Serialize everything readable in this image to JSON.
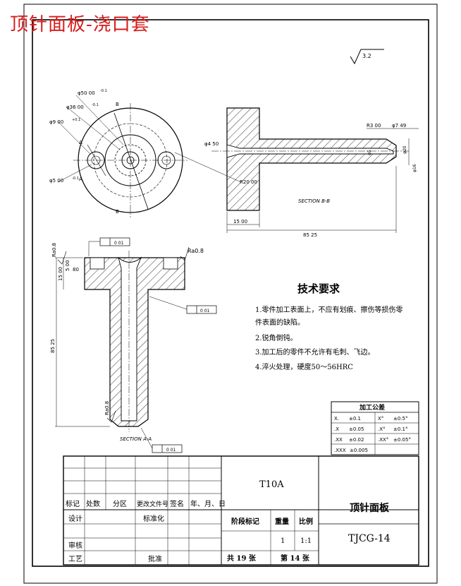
{
  "overlay_title": "顶针面板-浇口套",
  "surface_symbol": "3.2",
  "front_view": {
    "dim_outer": "φ50  00",
    "dim_outer_tol": "-0.1",
    "dim_mid": "φ36  00",
    "dim_mid_tol": "-0.1",
    "dim_hole": "φ9  00",
    "dim_hole_tol": "+0.1",
    "dim_small": "φ5  00",
    "dim_small_tol": "-0.1",
    "sec_a": "A",
    "sec_b": "B"
  },
  "section_bb": {
    "label": "SECTION B-B",
    "dim_r3": "R3  00",
    "dim_d7": "φ7  49",
    "dim_4": "φ4  50",
    "dim_r20": "R20  00",
    "dim_15": "15  00",
    "dim_85": "85  25",
    "dim_side1": "φ5",
    "dim_side2": "φ20",
    "dim_side3": "φ16"
  },
  "section_aa": {
    "label": "SECTION A-A",
    "ra_top_left": "Ra0.8",
    "ra_top_right": "Ra0.8",
    "ra_bottom": "Ra0.8",
    "gdt_top": "0  01",
    "gdt_right": "0  01",
    "gdt_bottom": "0  01",
    "dim_5": "5  00",
    "dim_15": "15  00",
    "dim_85": "85  25",
    "dim_80": "80"
  },
  "tech_req": {
    "title": "技术要求",
    "items": [
      "1.零件加工表面上，不应有划痕、擦伤等损伤零",
      "件表面的缺陷。",
      "2.锐角倒钝。",
      "3.加工后的零件不允许有毛刺、飞边。",
      "4.淬火处理，硬度50～56HRC"
    ]
  },
  "tolerance_table": {
    "title": "加工公差",
    "rows": [
      [
        "X.",
        "±0.1",
        "X°",
        "±0.5°"
      ],
      [
        ".X",
        "±0.05",
        ".X°",
        "±0.1°"
      ],
      [
        ".XX",
        "±0.02",
        ".XX°",
        "±0.05°"
      ],
      [
        ".XXX",
        "±0.005",
        "",
        ""
      ]
    ]
  },
  "title_block": {
    "headers": [
      "标记",
      "处数",
      "分区",
      "更改文件号",
      "签名",
      "年、月、日"
    ],
    "row_design": "设计",
    "row_standard": "标准化",
    "row_review": "审核",
    "row_process": "工艺",
    "row_approve": "批准",
    "material": "T10A",
    "part_name": "顶针面板",
    "stage_mark": "阶段标记",
    "weight": "重量",
    "scale": "比例",
    "qty": "1",
    "scale_val": "1:1",
    "sheets_total": "共  19  张",
    "sheet_no": "第  14  张",
    "drawing_no": "TJCG-14"
  }
}
